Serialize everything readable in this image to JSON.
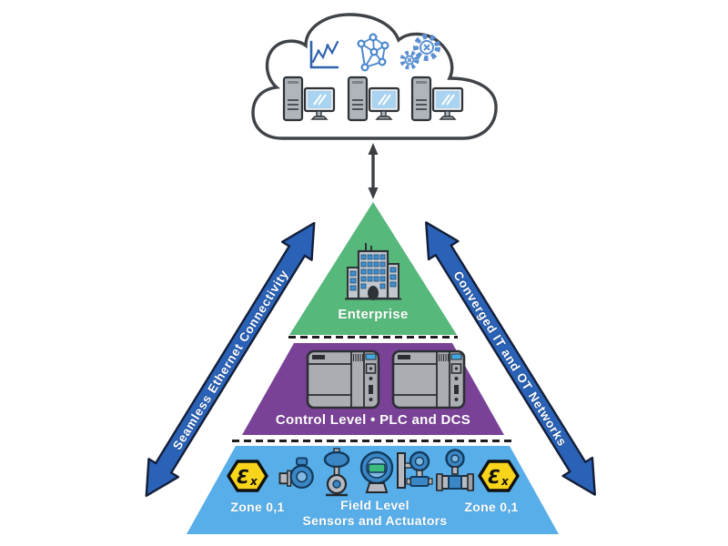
{
  "diagram_title": "Converged industrial network pyramid with cloud connectivity",
  "cloud": {
    "icons": [
      "line-chart-icon",
      "network-graph-icon",
      "gears-icon"
    ],
    "server_monitor_pairs": 3
  },
  "connector": {
    "type": "vertical-double-arrow",
    "color": "#3b3f44"
  },
  "arrows": {
    "fill": "#2a62b7",
    "left": {
      "label": "Seamless Ethernet Connectivity"
    },
    "right": {
      "label": "Converged IT and OT Networks"
    }
  },
  "pyramid": {
    "levels": [
      {
        "id": "enterprise",
        "label": "Enterprise",
        "color": "#57b87b",
        "icon": "enterprise-building-icon"
      },
      {
        "id": "control",
        "label": "Control Level • PLC and DCS",
        "color": "#7a4297",
        "icons": [
          "plc-icon",
          "plc-icon"
        ]
      },
      {
        "id": "field",
        "label_line1": "Field Level",
        "label_line2": "Sensors and Actuators",
        "color": "#58aee8",
        "zone_left": "Zone 0,1",
        "zone_right": "Zone 0,1",
        "ex": {
          "epsilon": "Ɛ",
          "sub": "x"
        },
        "ex_color": "#f8d51a",
        "device_icons": [
          "pump-valve-icon",
          "control-valve-icon",
          "flow-meter-icon",
          "wall-transmitter-icon",
          "pipe-flow-transmitter-icon"
        ]
      }
    ]
  }
}
